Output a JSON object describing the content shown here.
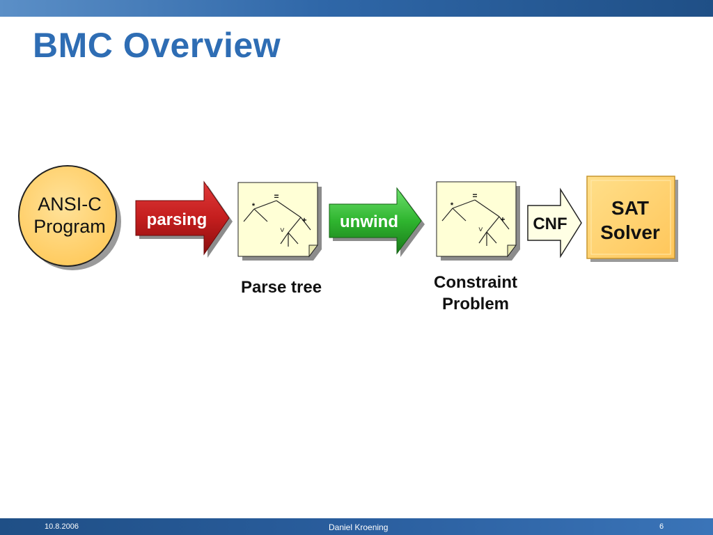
{
  "slide": {
    "title": "BMC Overview"
  },
  "diagram": {
    "source": {
      "line1": "ANSI-C",
      "line2": "Program"
    },
    "step_parsing": "parsing",
    "parse_tree_label": "Parse tree",
    "step_unwind": "unwind",
    "constraint_label": {
      "line1": "Constraint",
      "line2": "Problem"
    },
    "step_cnf": "CNF",
    "solver": {
      "line1": "SAT",
      "line2": "Solver"
    },
    "tree_symbols": {
      "eq": "=",
      "mul": "*",
      "plus": "+",
      "lt": "<"
    }
  },
  "footer": {
    "date": "10.8.2006",
    "author": "Daniel Kroening",
    "page": "6"
  },
  "colors": {
    "title": "#2e6db4",
    "parsing_arrow": "#b01515",
    "unwind_arrow": "#2aa82a",
    "box_fill": "#ffd37a",
    "note_fill": "#ffffd6"
  }
}
